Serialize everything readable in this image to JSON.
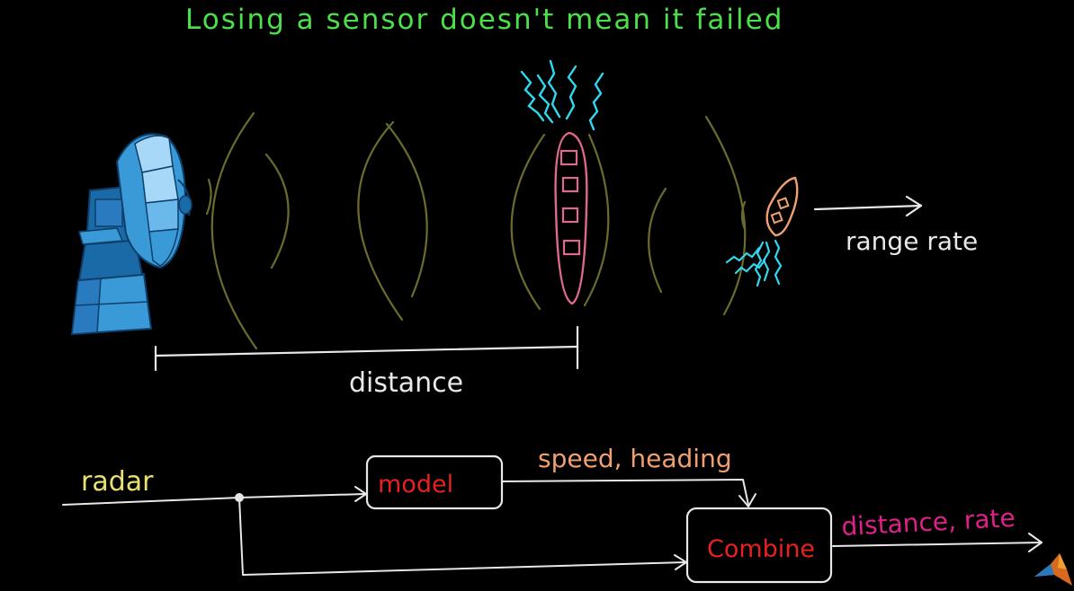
{
  "title": "Losing a sensor doesn't mean it failed",
  "labels": {
    "range_rate": "range rate",
    "distance": "distance",
    "radar": "radar",
    "model": "model",
    "speed_heading": "speed, heading",
    "combine": "Combine",
    "distance_rate": "distance, rate"
  },
  "colors": {
    "background": "#000000",
    "title": "#4be04b",
    "radar_text": "#e8e070",
    "model_text": "#e82020",
    "speed_text": "#f0a070",
    "combine_text": "#e82020",
    "output_text": "#e0208a",
    "wave": "#6b6b2e",
    "ship_outline": "#e06a8c",
    "boat_outline": "#f0a070",
    "spray": "#30d8f0",
    "line": "#e8e8e8",
    "radar_dark": "#1a6aa8",
    "radar_mid": "#3a9ad8",
    "radar_light": "#a8d8f8"
  },
  "icons": {
    "radar": "radar-dish-icon",
    "ship": "ship-icon",
    "boat": "boat-icon",
    "logo": "matlab-logo-icon"
  }
}
